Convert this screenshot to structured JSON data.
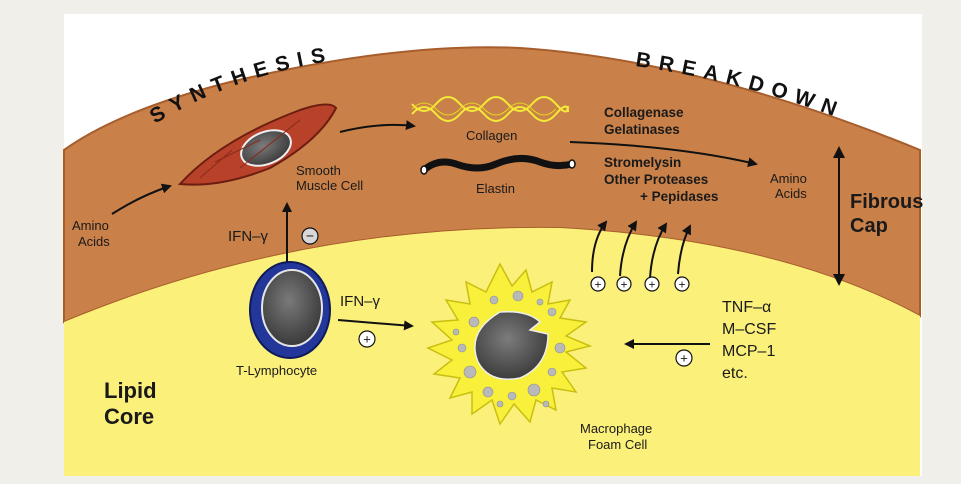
{
  "titles": {
    "synthesis": "SYNTHESIS",
    "breakdown": "BREAKDOWN"
  },
  "labels": {
    "amino_acids_left_1": "Amino",
    "amino_acids_left_2": "Acids",
    "smooth_muscle_1": "Smooth",
    "smooth_muscle_2": "Muscle Cell",
    "collagen": "Collagen",
    "elastin": "Elastin",
    "collagenase": "Collagenase",
    "gelatinases": "Gelatinases",
    "stromelysin": "Stromelysin",
    "other_proteases": "Other Proteases",
    "pepidases": "+ Pepidases",
    "amino_acids_right_1": "Amino",
    "amino_acids_right_2": "Acids",
    "fibrous_1": "Fibrous",
    "fibrous_2": "Cap",
    "ifn_gamma_up": "IFN–γ",
    "minus_sign": "−",
    "ifn_gamma_right": "IFN–γ",
    "plus_sign": "+",
    "t_lymphocyte": "T-Lymphocyte",
    "lipid_1": "Lipid",
    "lipid_2": "Core",
    "macrophage_1": "Macrophage",
    "macrophage_2": "Foam Cell",
    "tnf": "TNF–α",
    "mcsf": "M–CSF",
    "mcp1": "MCP–1",
    "etc": "etc."
  },
  "colors": {
    "cap": "#c98049",
    "cap_edge": "#b86a34",
    "lipid": "#fbf07a",
    "smooth_muscle": "#b8412a",
    "t_cell_outer": "#23379a",
    "macrophage": "#f8f03a",
    "nucleus": "#5a5a5a",
    "vesicle": "#b9b9b9"
  }
}
